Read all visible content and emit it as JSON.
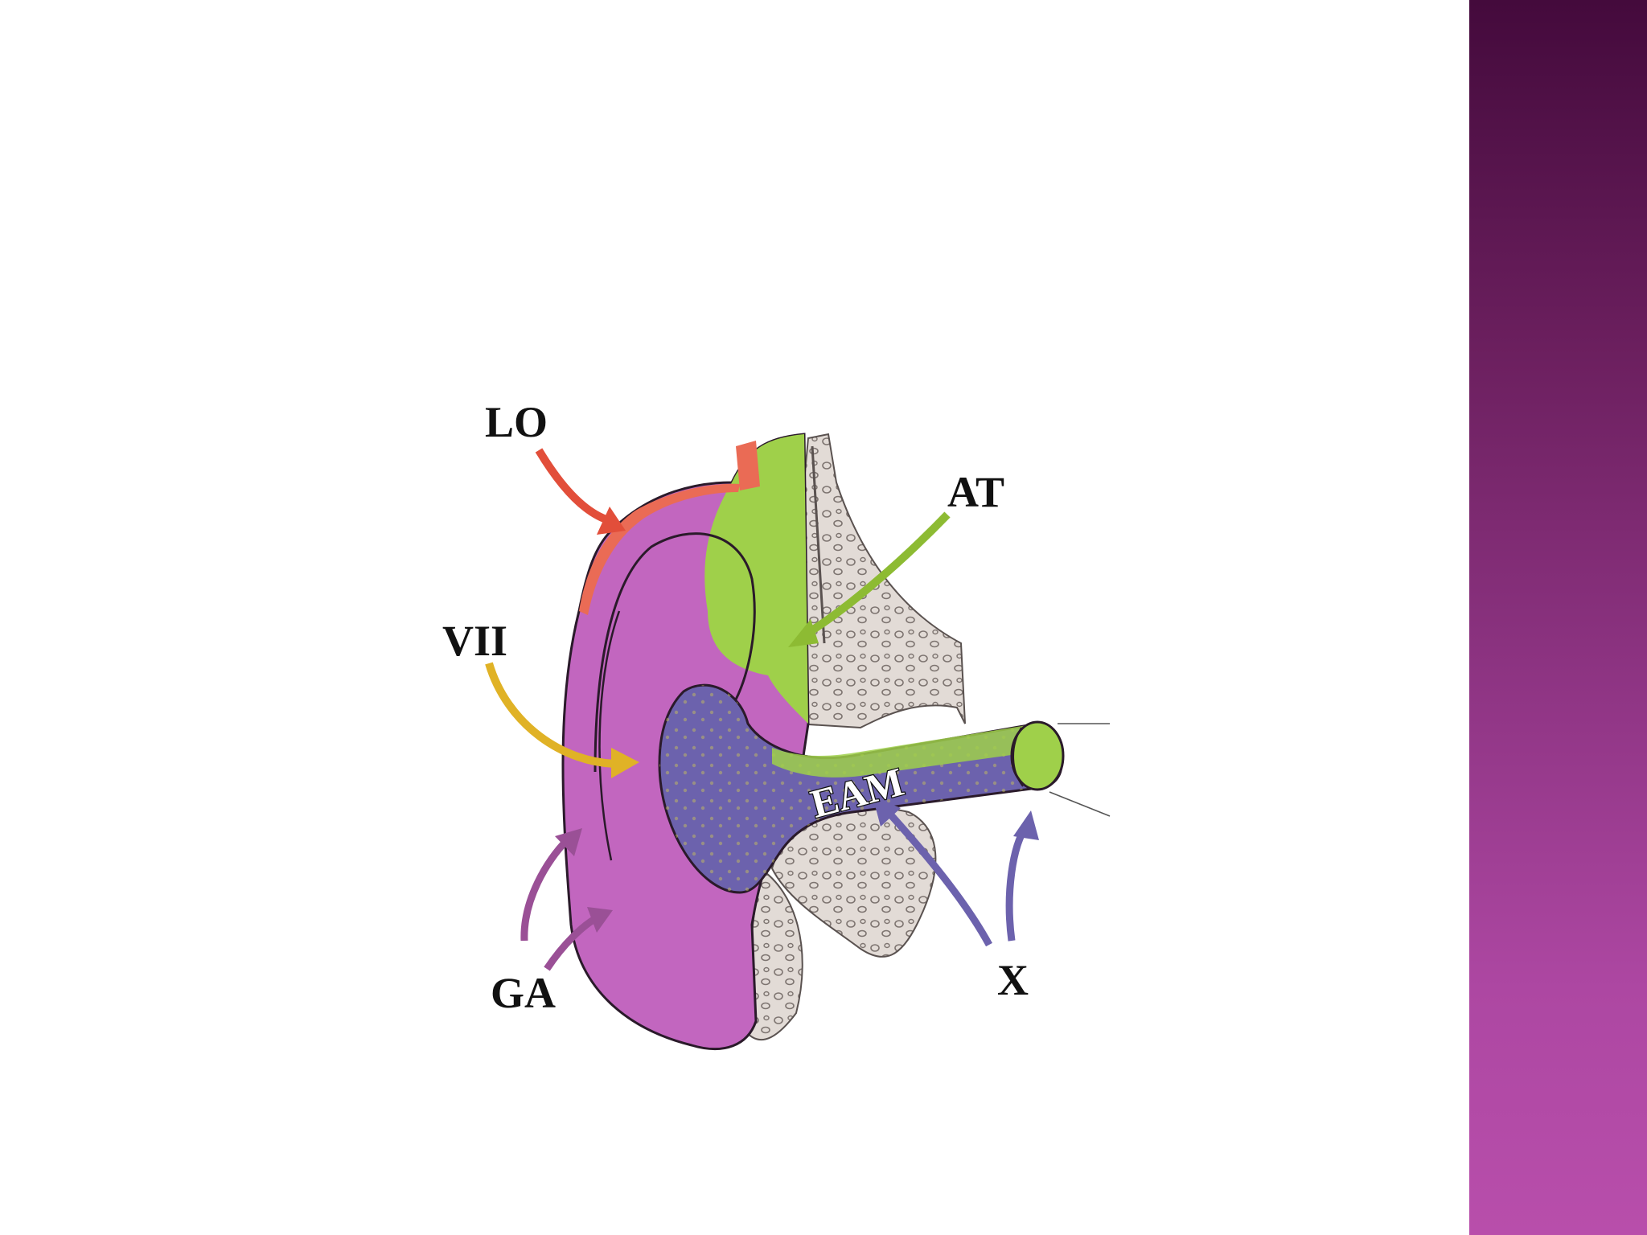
{
  "labels": {
    "lo": "LO",
    "at": "AT",
    "vii": "VII",
    "eam": "EAM",
    "ga": "GA",
    "x": "X"
  },
  "colors": {
    "sidebar_top": "#440a3c",
    "sidebar_bottom": "#b84eab",
    "auricle_purple": "#c266bf",
    "temporal_green": "#9fd04a",
    "canal_blue": "#6c62ad",
    "lesser_occipital_red": "#ea6b55",
    "bone_grey": "#e2dbd6"
  }
}
